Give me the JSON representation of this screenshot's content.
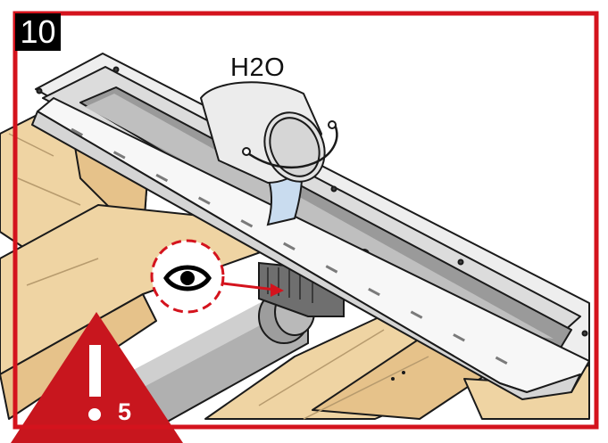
{
  "step": {
    "number": "10"
  },
  "illustration": {
    "liquid_label": "H2O",
    "warning_number": "5",
    "icons": [
      "eye-icon",
      "warning-triangle-icon",
      "bucket-icon",
      "arrow-icon"
    ]
  },
  "colors": {
    "frame": "#d4131d",
    "warning": "#c8161e",
    "wood": "#efd4a3",
    "wood_side": "#e6c28a",
    "water": "#c9dcef",
    "pipe": "#a8a8a8",
    "steel": "#ececec"
  }
}
